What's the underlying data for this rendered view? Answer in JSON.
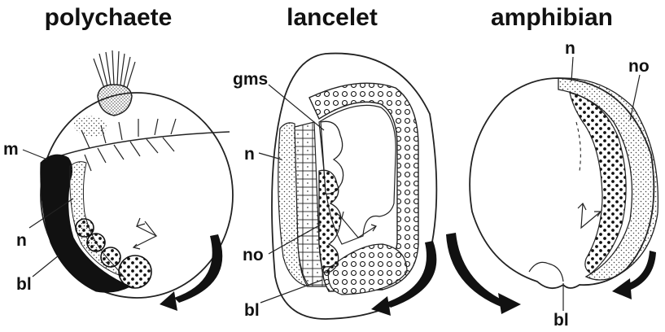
{
  "panels": [
    {
      "title": "polychaete",
      "labels": {
        "m": "m",
        "n": "n",
        "bl": "bl"
      }
    },
    {
      "title": "lancelet",
      "labels": {
        "gms": "gms",
        "n": "n",
        "no": "no",
        "bl": "bl"
      }
    },
    {
      "title": "amphibian",
      "labels": {
        "n": "n",
        "no": "no",
        "bl": "bl"
      }
    }
  ],
  "colors": {
    "ink": "#111111",
    "background": "#ffffff",
    "stipple": "#555555"
  }
}
